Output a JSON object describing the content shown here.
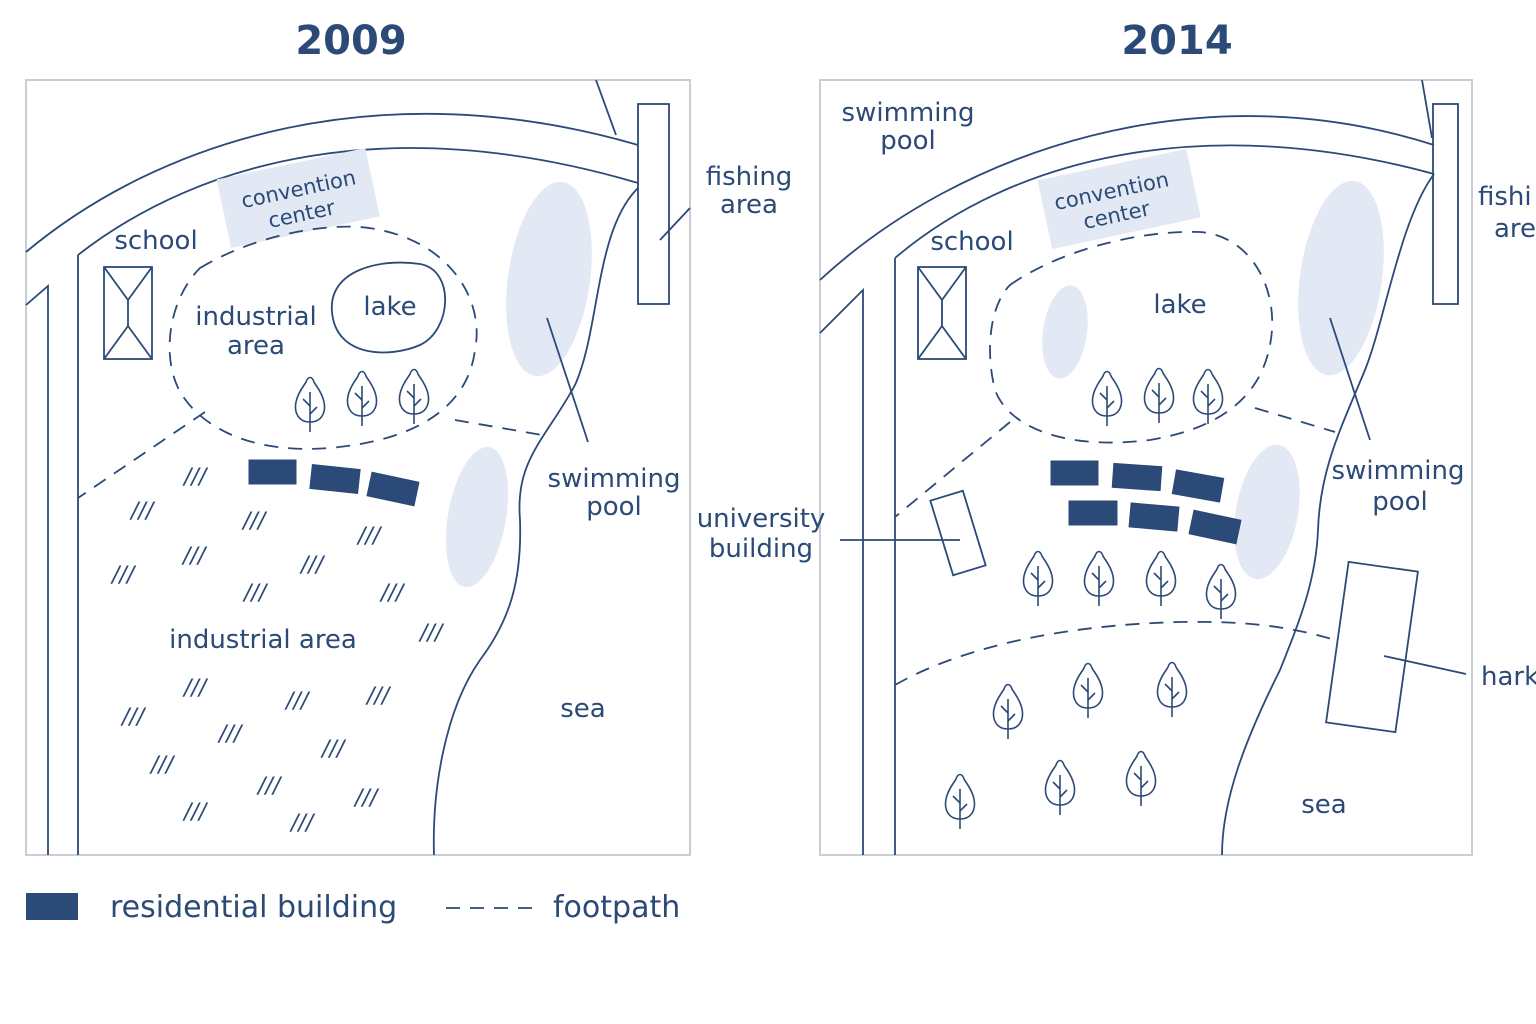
{
  "maps": [
    {
      "year": "2009",
      "labels": {
        "convention_center_1": "convention",
        "convention_center_2": "center",
        "school": "school",
        "industrial_1": "industrial",
        "industrial_2": "area",
        "lake": "lake",
        "fishing_1": "fishing",
        "fishing_2": "area",
        "swimming_1": "swimming",
        "swimming_2": "pool",
        "industrial_area": "industrial area",
        "sea": "sea"
      },
      "hatch_mark": "///"
    },
    {
      "year": "2014",
      "labels": {
        "swimming_top_1": "swimming",
        "swimming_top_2": "pool",
        "convention_center_1": "convention",
        "convention_center_2": "center",
        "school": "school",
        "lake": "lake",
        "fishing_1": "fishi",
        "fishing_2": "are",
        "swimming_1": "swimming",
        "swimming_2": "pool",
        "university_1": "university",
        "university_2": "building",
        "harbour": "hark",
        "sea": "sea"
      }
    }
  ],
  "legend": {
    "residential": "residential building",
    "footpath": "footpath"
  },
  "colors": {
    "ink": "#2b4a77",
    "pool": "#e2e9f5",
    "frame": "#c9cdd4"
  }
}
